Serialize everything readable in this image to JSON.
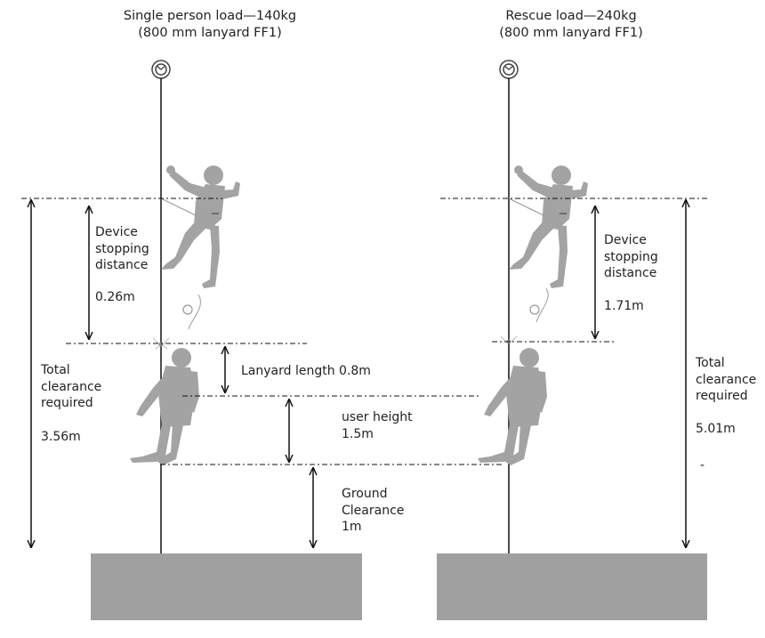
{
  "colors": {
    "figure": "#a3a3a3",
    "block": "#a0a0a0",
    "line": "#111111"
  },
  "icons": {
    "anchor": "anchor-point-icon",
    "person": "person-silhouette-icon"
  },
  "left": {
    "title_line1": "Single person load—140kg",
    "title_line2": "(800 mm lanyard FF1)",
    "device_line1": "Device",
    "device_line2": "stopping",
    "device_line3": "distance",
    "device_value": "0.26m",
    "lanyard_label": "Lanyard length 0.8m",
    "height_line1": "user height",
    "height_line2": "1.5m",
    "ground_line1": "Ground",
    "ground_line2": "Clearance",
    "ground_line3": "1m",
    "total_line1": "Total",
    "total_line2": "clearance",
    "total_line3": "required",
    "total_value": "3.56m"
  },
  "right": {
    "title_line1": "Rescue load—240kg",
    "title_line2": "(800 mm lanyard FF1)",
    "device_line1": "Device",
    "device_line2": "stopping",
    "device_line3": "distance",
    "device_value": "1.71m",
    "total_line1": "Total",
    "total_line2": "clearance",
    "total_line3": "required",
    "total_value": "5.01m",
    "dash_mark": "-"
  }
}
